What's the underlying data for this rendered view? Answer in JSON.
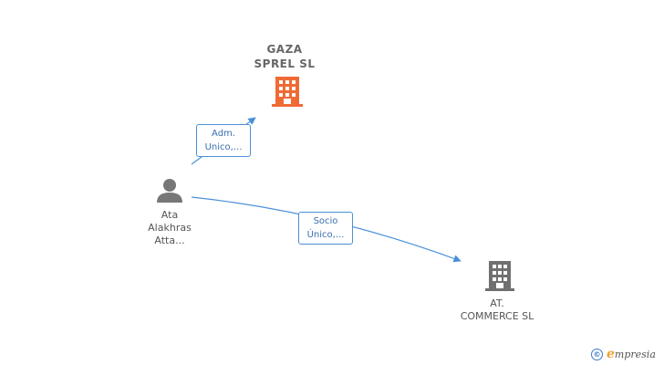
{
  "nodes": {
    "gaza": {
      "line1": "GAZA",
      "line2": "SPREL SL",
      "color": "#f06a35"
    },
    "person": {
      "line1": "Ata",
      "line2": "Alakhras",
      "line3": "Atta...",
      "color": "#777777"
    },
    "commerce": {
      "line1": "AT.",
      "line2": "COMMERCE SL",
      "color": "#707070"
    }
  },
  "edges": {
    "adm": {
      "line1": "Adm.",
      "line2": "Unico,..."
    },
    "socio": {
      "line1": "Socio",
      "line2": "Único,..."
    },
    "color": "#4a90d9"
  },
  "brand": {
    "copyright": "©",
    "e": "e",
    "text": "mpresia"
  }
}
